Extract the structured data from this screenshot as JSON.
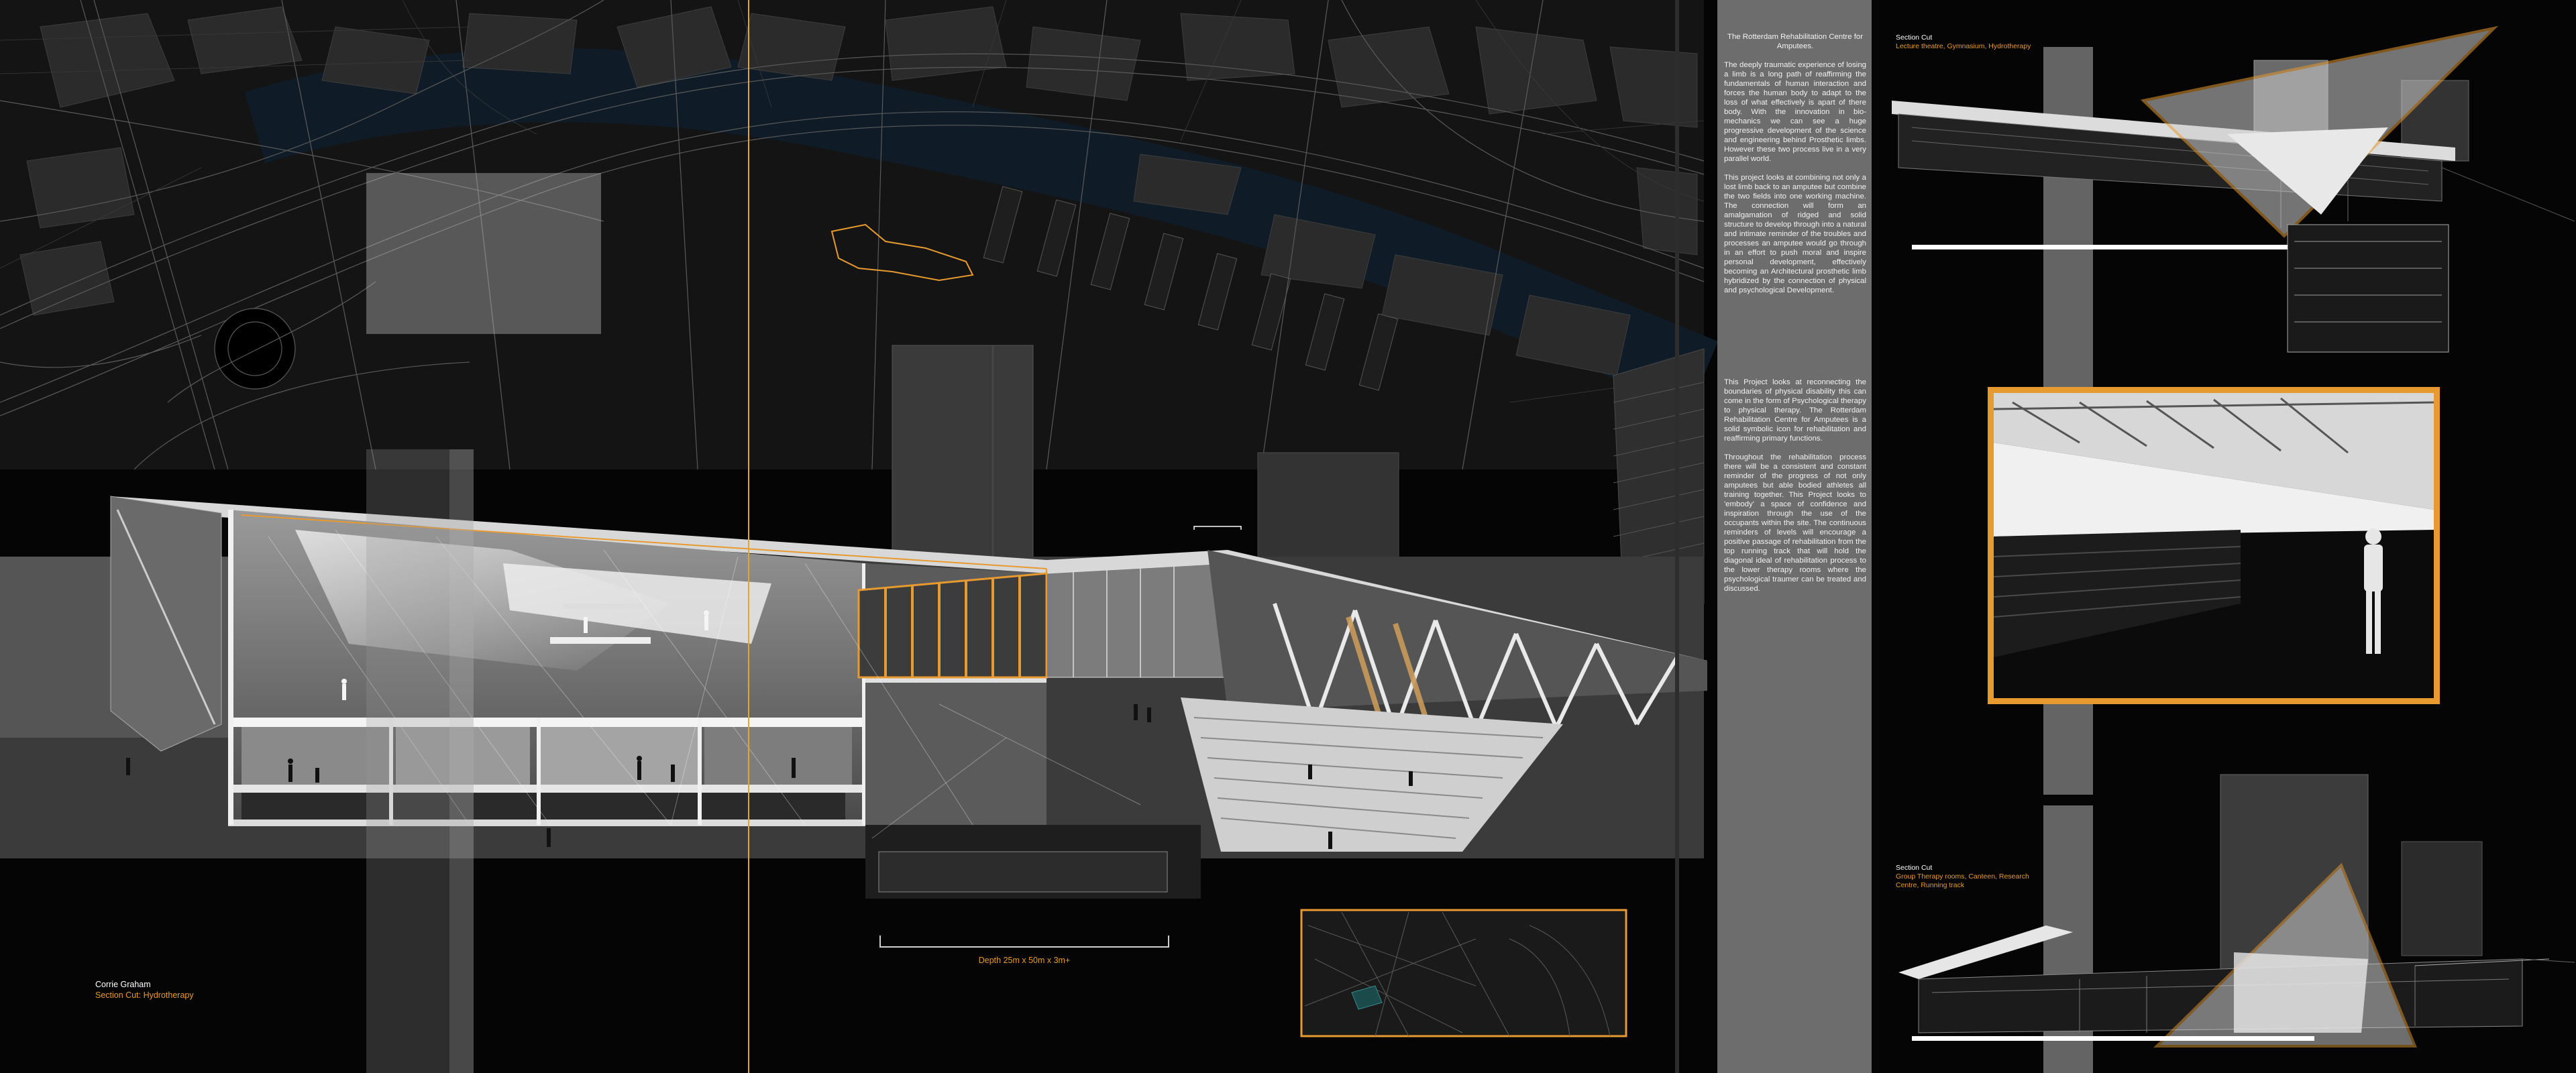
{
  "author": {
    "name": "Corrie Graham",
    "section": "Section Cut: Hydrotherapy"
  },
  "dimensions": {
    "label": "Depth 25m x 50m x 3m+"
  },
  "essay": {
    "title": "The Rotterdam Rehabilitation Centre for Amputees.",
    "paragraphs": [
      "The deeply traumatic experience of losing a limb is a long path of reaffirming the fundamentals of human interaction and forces the human body to adapt to the loss of what effectively is apart of there body. With the innovation in bio-mechanics we can see a huge progressive development of the science and engineering behind Prosthetic limbs. However these two process live in a very parallel world.",
      "This project looks at combining not only a lost limb back to an amputee but combine the two fields into one working machine. The connection will form an amalgamation of ridged and solid structure to develop through into a natural and intimate reminder of the troubles and processes an amputee would go through in an effort to push moral and inspire personal development, effectively becoming an Architectural prosthetic limb hybridized by the connection of physical and psychological Development.",
      "This Project looks at reconnecting the boundaries of physical disability this can come in the form of Psychological therapy to physical therapy. The Rotterdam Rehabilitation Centre for Amputees is a solid symbolic icon for rehabilitation and reaffirming primary functions.",
      "Throughout the rehabilitation process there will be a consistent and constant reminder of the progress of not only amputees but able bodied athletes all training together. This Project looks to 'embody' a space of confidence and inspiration through the use of the occupants within the site. The continuous reminders of levels will encourage a positive passage of rehabilitation from the top running track that will hold the diagonal ideal of rehabilitation process to the lower therapy rooms where the psychological traumer can be treated and discussed."
    ]
  },
  "section_cuts": [
    {
      "label": "Section Cut",
      "subtitle": "Lecture theatre, Gymnasium, Hydrotherapy"
    },
    {
      "label": "Section Cut",
      "subtitle": "Group Therapy rooms, Canteen, Research Centre, Running track"
    }
  ],
  "colors": {
    "accent": "#e79a2f",
    "background": "#050505",
    "text_panel": "#6d6d6d",
    "water": "#0c1620"
  }
}
